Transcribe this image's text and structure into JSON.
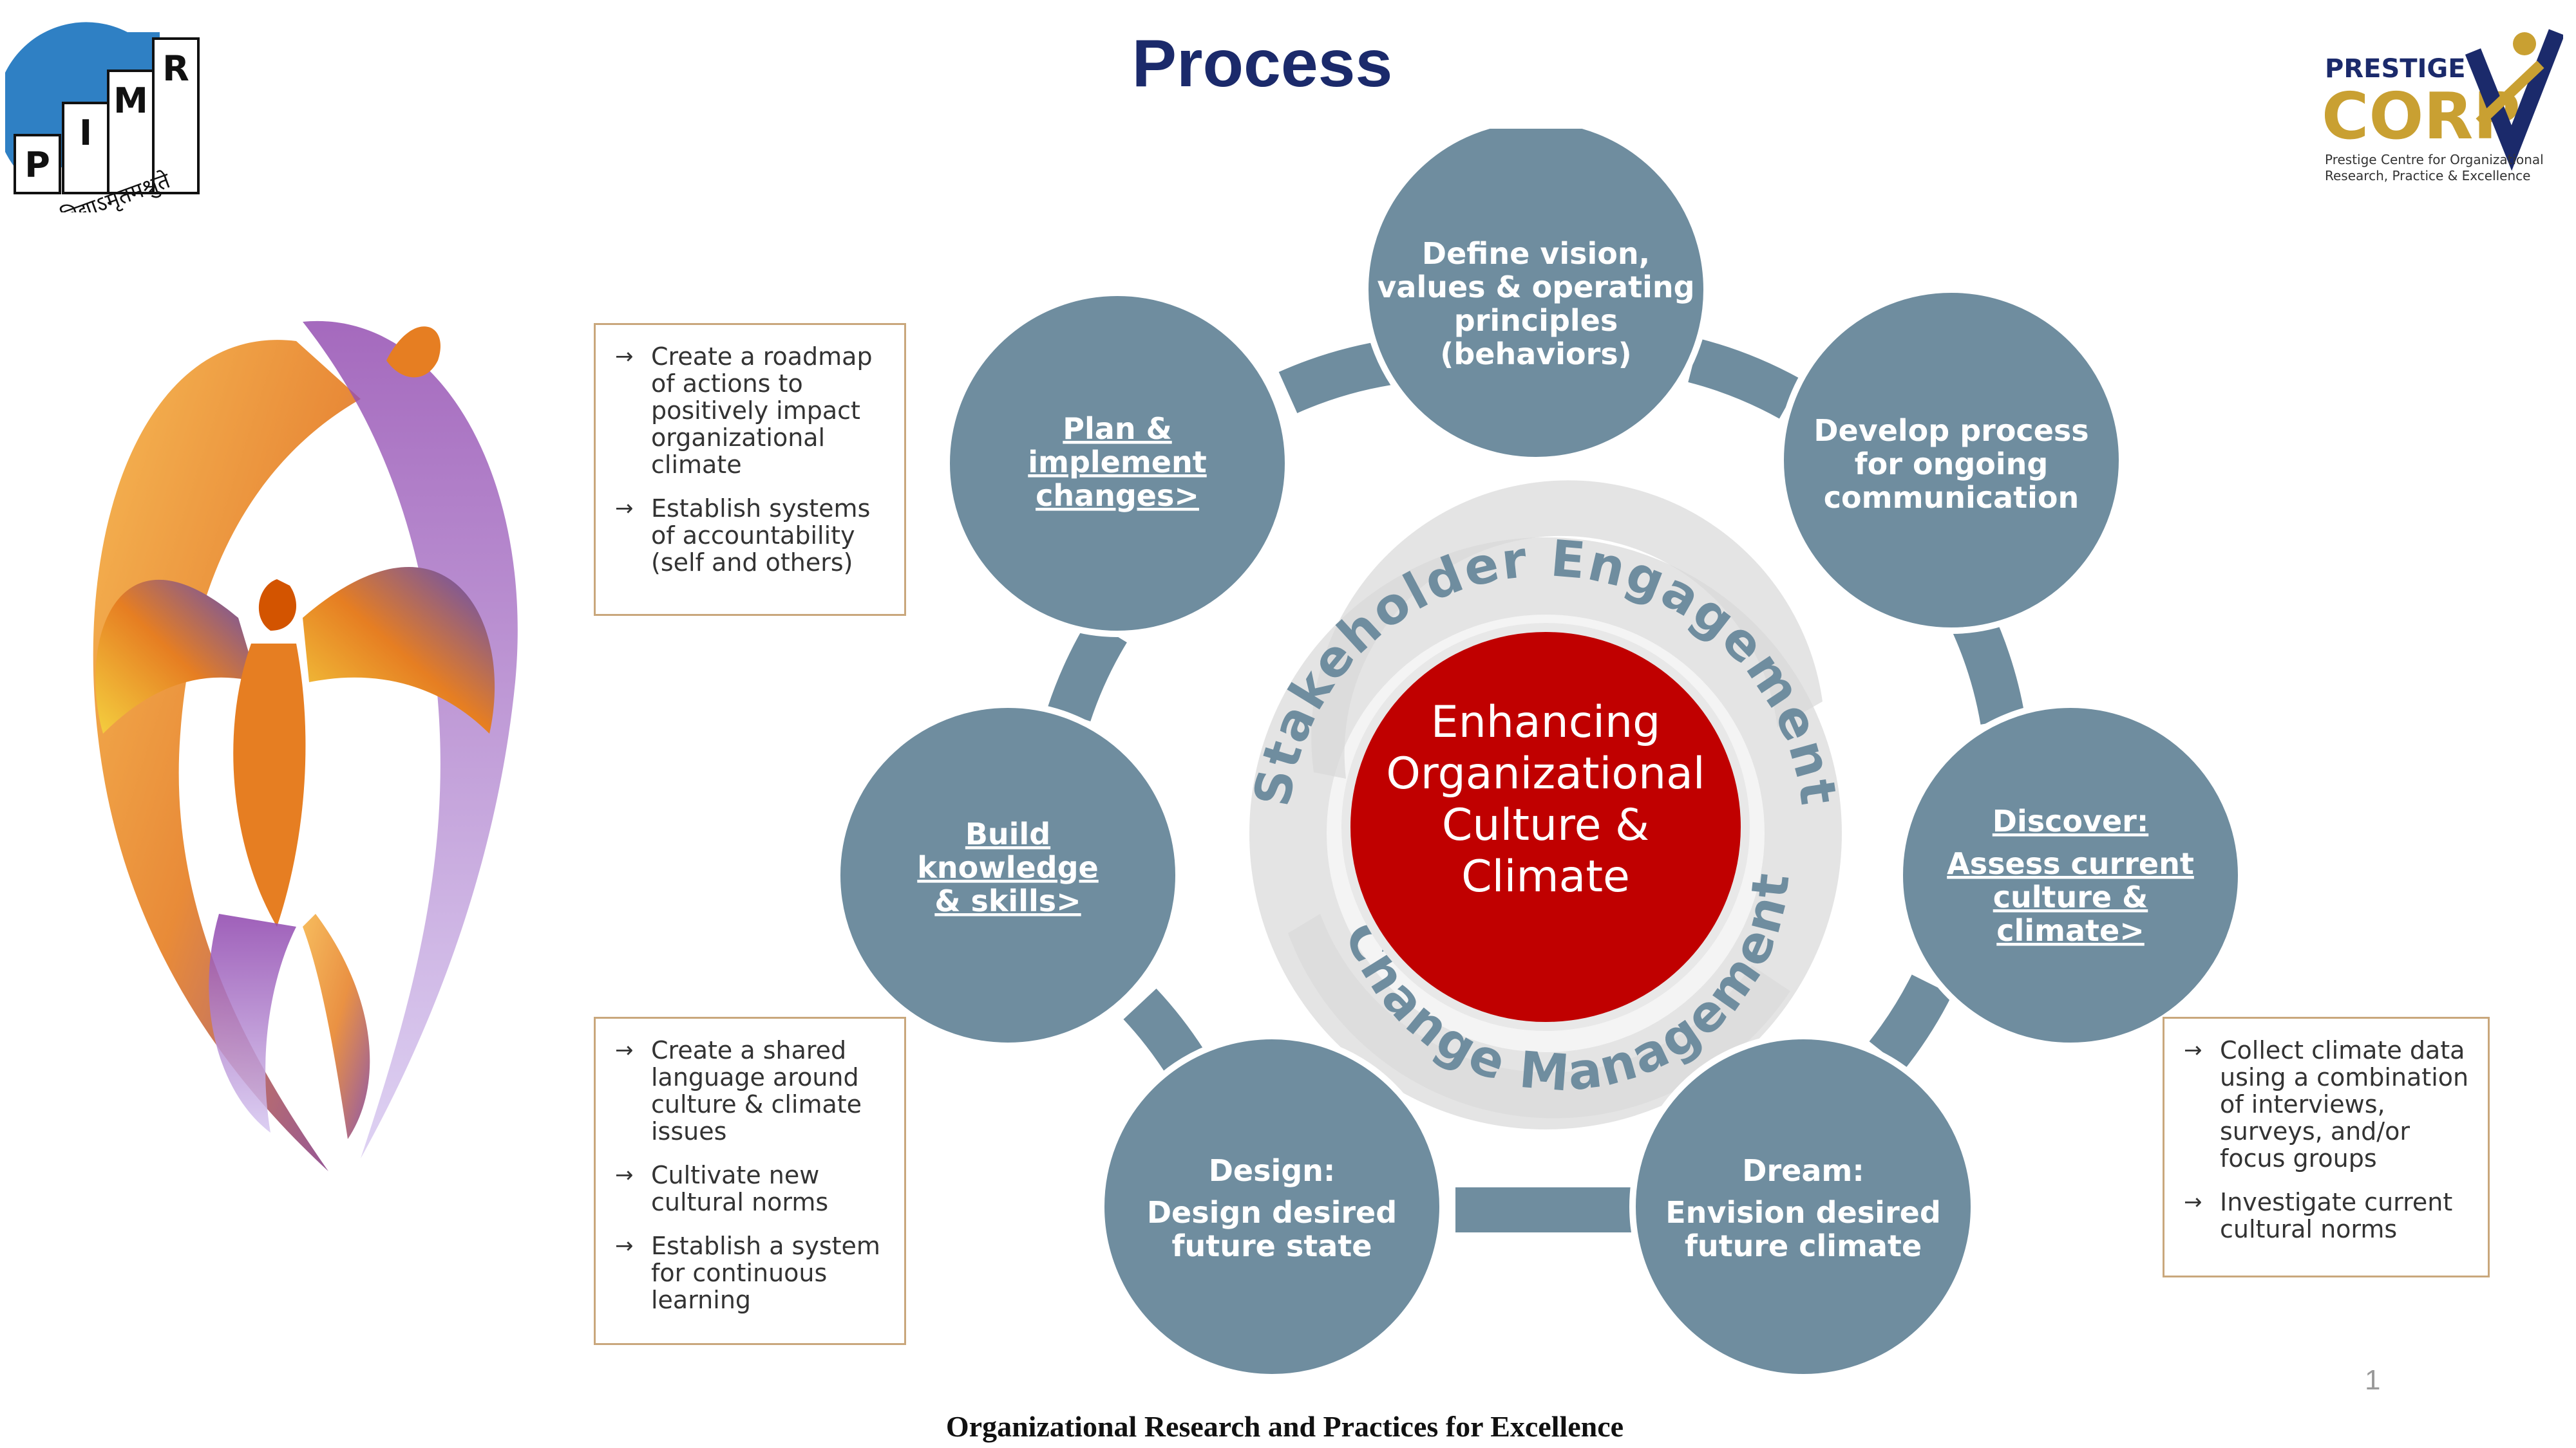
{
  "title": "Process",
  "logos": {
    "left": {
      "letters": [
        "P",
        "I",
        "M",
        "R"
      ],
      "hindi": "विद्याऽमृतमश्नुते"
    },
    "right": {
      "name": "PRESTIGE",
      "brand": "CORP",
      "tagline_1": "Prestige Centre for Organizational",
      "tagline_2": "Research, Practice & Excellence"
    }
  },
  "center": {
    "lines": [
      "Enhancing",
      "Organizational",
      "Culture &",
      "Climate"
    ]
  },
  "ring": {
    "top_label": "Stakeholder Engagement",
    "bottom_label": "Change Management"
  },
  "steps": [
    {
      "id": "define",
      "lines": [
        "Define vision,",
        "values & operating",
        "principles",
        "(behaviors)"
      ]
    },
    {
      "id": "develop",
      "lines": [
        "Develop process",
        "for  ongoing",
        "communication"
      ]
    },
    {
      "id": "discover",
      "lines": [
        "Discover:",
        "Assess current",
        "culture &",
        "climate>"
      ]
    },
    {
      "id": "dream",
      "lines": [
        "Dream:",
        "Envision desired",
        "future climate"
      ]
    },
    {
      "id": "design",
      "lines": [
        "Design:",
        "Design desired",
        "future state"
      ]
    },
    {
      "id": "build",
      "lines": [
        "Build",
        "knowledge",
        "& skills>"
      ]
    },
    {
      "id": "plan",
      "lines": [
        "Plan &",
        "implement",
        "changes>"
      ]
    }
  ],
  "notes": {
    "plan": [
      "Create a roadmap of actions to positively impact organizational climate",
      "Establish systems of accountability (self and others)"
    ],
    "build": [
      "Create a shared language around culture & climate issues",
      "Cultivate new cultural norms",
      "Establish a system for continuous learning"
    ],
    "discover": [
      "Collect climate data using a combination of interviews, surveys, and/or focus groups",
      "Investigate current cultural norms"
    ]
  },
  "footer": "Organizational Research and Practices for Excellence",
  "page_number": "1",
  "colors": {
    "title": "#1b2a6b",
    "circle": "#6f8d9f",
    "center": "#c00000",
    "ring": "#e9e9e9",
    "box_border": "#c9a77c"
  }
}
